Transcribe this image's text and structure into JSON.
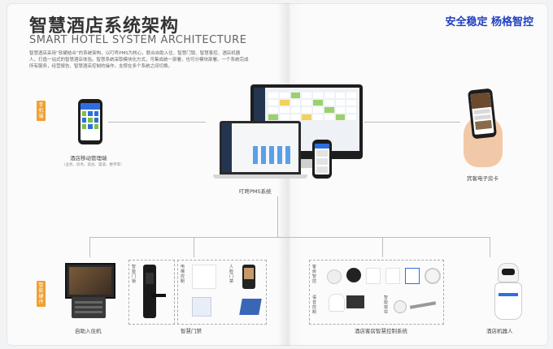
{
  "header": {
    "title_cn": "智慧酒店系统架构",
    "title_en": "SMART HOTEL SYSTEM ARCHITECTURE",
    "brand": "安全稳定 杨格智控"
  },
  "intro_text": "智慧酒店采用“软硬结合”的系统架构，以叮咚PMS为核心，联合自助入住、智慧门锁、智慧客控、酒店机器人，打造一站式的智慧酒店体验。智慧系统采取模块化方式，可集成统一部署，也可分模块部署。一个系统完成所有服务，经营报告、智慧酒店控制的操作，支撑在多个系统之间切换。",
  "tags": {
    "left_top": "手机端",
    "left_bottom": "智能硬件"
  },
  "top": {
    "mobile_app_label": "酒店移动管理端",
    "mobile_app_sub": "（业务、房务、前台、渠道、数字等）",
    "pms_label": "叮咚PMS系统",
    "e_card_label": "宾客电子房卡"
  },
  "bottom": {
    "kiosk_label": "自助入住机",
    "lock_label": "智慧门禁",
    "lock_vlabel_1": "智能门锁",
    "lock_vlabel_2": "人脸门禁",
    "lock_vlabel_3": "电梯控制",
    "control_label": "酒店客房智慧控制系统",
    "control_vlabel_1": "客房智控",
    "control_vlabel_2": "语音控制",
    "control_vlabel_3": "智能窗帘",
    "robot_label": "酒店机器人"
  },
  "colors": {
    "accent_orange": "#f0a030",
    "brand_blue": "#1f3fbf",
    "chart_blue": "#5aa0e6",
    "lines": "#bdbdbd"
  }
}
